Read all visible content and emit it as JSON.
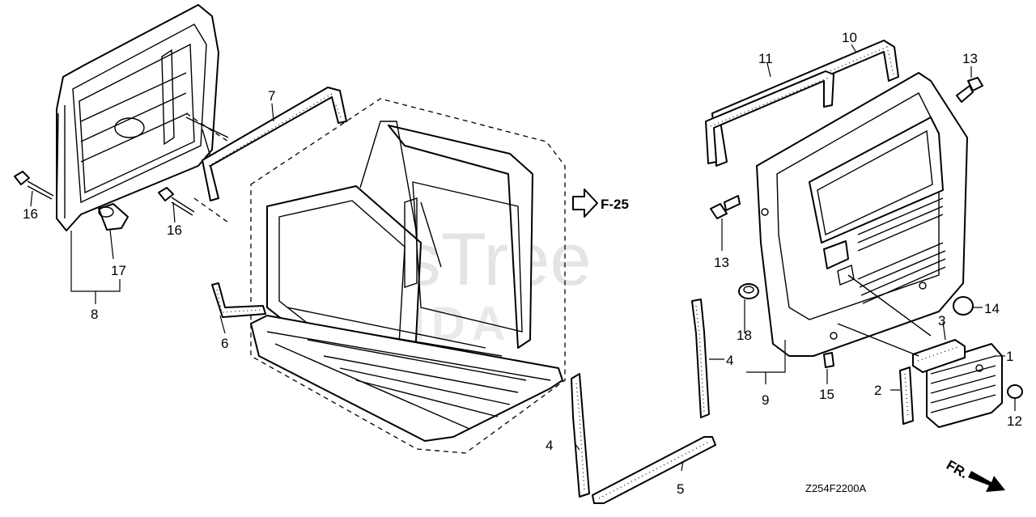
{
  "watermark": {
    "main": "PartsTree",
    "sub": "HONDA"
  },
  "reference": {
    "label": "F-25"
  },
  "direction": {
    "label": "FR."
  },
  "diagram_code": "Z254F2200A",
  "callouts": {
    "c1": "1",
    "c2": "2",
    "c3": "3",
    "c4a": "4",
    "c4b": "4",
    "c5": "5",
    "c6": "6",
    "c7": "7",
    "c8": "8",
    "c9": "9",
    "c10": "10",
    "c11": "11",
    "c12": "12",
    "c13a": "13",
    "c13b": "13",
    "c14": "14",
    "c15": "15",
    "c16a": "16",
    "c16b": "16",
    "c17": "17",
    "c18": "18"
  },
  "icons": {
    "reference_arrow": "outline-arrow-right-icon",
    "front_arrow": "solid-arrow-icon"
  }
}
